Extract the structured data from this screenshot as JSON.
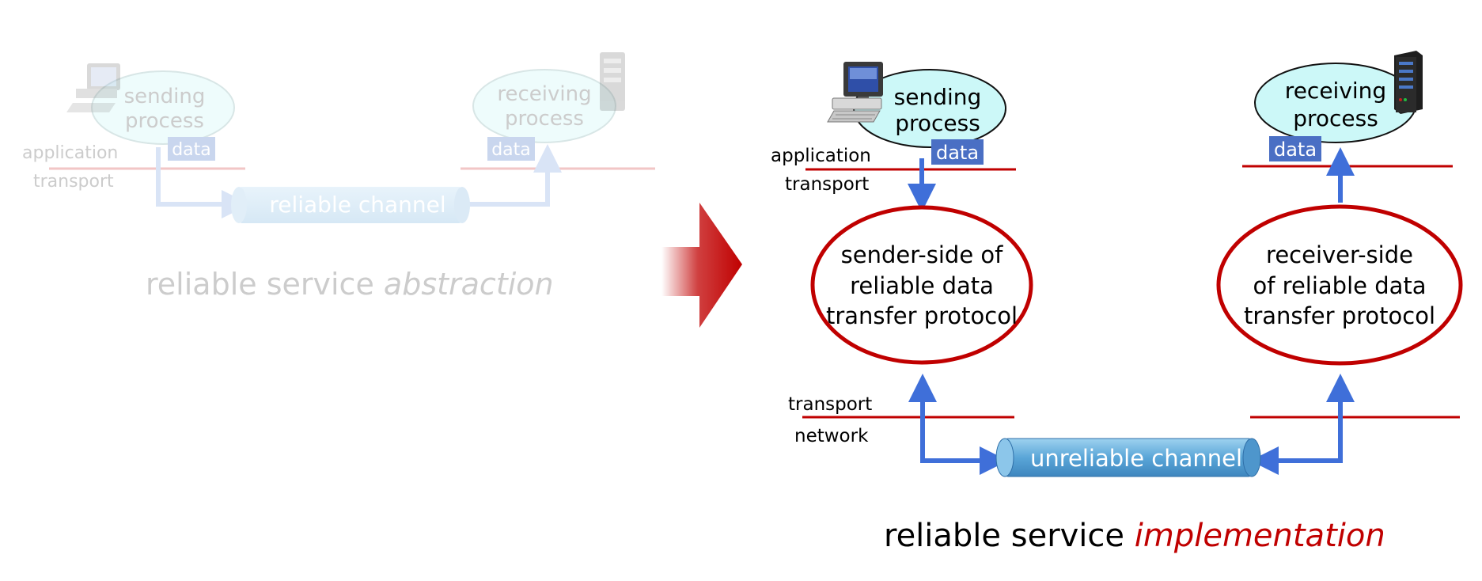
{
  "abstraction": {
    "sending_process": [
      "sending",
      "process"
    ],
    "receiving_process": [
      "receiving",
      "process"
    ],
    "layer_application": "application",
    "layer_transport": "transport",
    "data_send": "data",
    "data_recv": "data",
    "channel": "reliable channel",
    "caption_prefix": "reliable service ",
    "caption_emphasis": "abstraction"
  },
  "implementation": {
    "sending_process": [
      "sending",
      "process"
    ],
    "receiving_process": [
      "receiving",
      "process"
    ],
    "layer_application": "application",
    "layer_transport_top": "transport",
    "layer_transport_bottom": "transport",
    "layer_network": "network",
    "data_send": "data",
    "data_recv": "data",
    "sender_protocol": [
      "sender-side of",
      "reliable data",
      "transfer protocol"
    ],
    "receiver_protocol": [
      "receiver-side",
      "of reliable data",
      "transfer protocol"
    ],
    "channel": "unreliable channel",
    "caption_prefix": "reliable service ",
    "caption_emphasis": "implementation"
  },
  "colors": {
    "process_fill": "#ccf8f8",
    "protocol_border": "#c00000",
    "layer_line": "#c00000",
    "arrow": "#3f6fd9",
    "data_box": "#4a6fc4",
    "channel": "#6ab0dc",
    "caption_emphasis": "#c00000",
    "faded": "#cccccc",
    "big_arrow": "#c00000"
  },
  "icons": {
    "sender": "desktop-computer-icon",
    "receiver": "server-tower-icon",
    "transition": "big-right-arrow-icon"
  }
}
